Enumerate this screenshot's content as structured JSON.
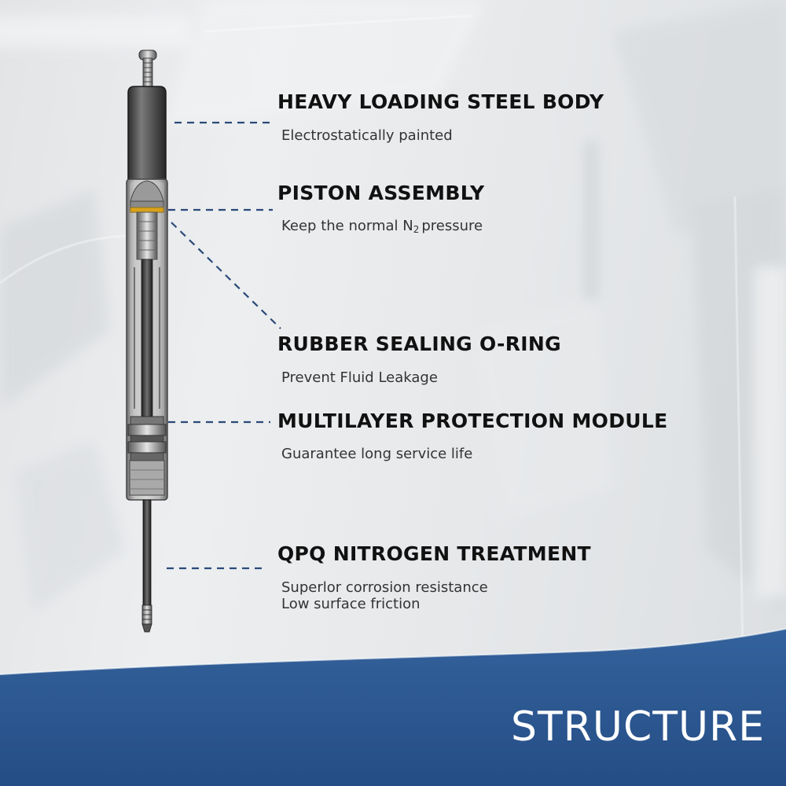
{
  "colors": {
    "band": "#2d5891",
    "leader": "#2b4a78",
    "title_text": "#111111",
    "desc_text": "#333333",
    "footer_text": "#ffffff",
    "o_ring": "#d9a21a"
  },
  "features": [
    {
      "title": "HEAVY LOADING STEEL BODY",
      "lines": [
        "Electrostatically painted"
      ]
    },
    {
      "title": "PISTON ASSEMBLY",
      "line_pre": "Keep the normal N",
      "line_sub": "2",
      "line_post": "pressure"
    },
    {
      "title": "RUBBER SEALING O-RING",
      "lines": [
        "Prevent Fluid Leakage"
      ]
    },
    {
      "title": "MULTILAYER PROTECTION MODULE",
      "lines": [
        "Guarantee long service life"
      ]
    },
    {
      "title": "QPQ NITROGEN TREATMENT",
      "lines": [
        "Superlor corrosion resistance",
        "Low surface friction"
      ]
    }
  ],
  "footer": {
    "title": "STRUCTURE"
  }
}
